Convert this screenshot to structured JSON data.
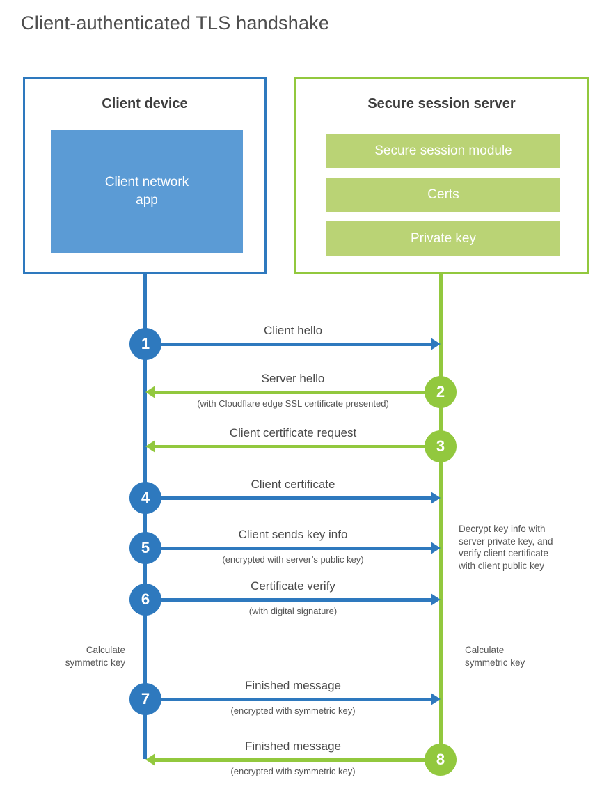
{
  "title": "Client-authenticated TLS handshake",
  "colors": {
    "blue_accent": "#2e79be",
    "blue_fill": "#5b9bd5",
    "green_accent": "#92c83e",
    "green_fill": "#bad375"
  },
  "client": {
    "title": "Client device",
    "app_label": "Client network\napp"
  },
  "server": {
    "title": "Secure session server",
    "modules": [
      "Secure session module",
      "Certs",
      "Private key"
    ]
  },
  "steps": [
    {
      "number": "1",
      "from": "client",
      "label": "Client hello",
      "sublabel": ""
    },
    {
      "number": "2",
      "from": "server",
      "label": "Server hello",
      "sublabel": "(with Cloudflare edge SSL certificate presented)"
    },
    {
      "number": "3",
      "from": "server",
      "label": "Client certificate request",
      "sublabel": ""
    },
    {
      "number": "4",
      "from": "client",
      "label": "Client certificate",
      "sublabel": ""
    },
    {
      "number": "5",
      "from": "client",
      "label": "Client sends key info",
      "sublabel": "(encrypted with server’s public key)"
    },
    {
      "number": "6",
      "from": "client",
      "label": "Certificate verify",
      "sublabel": "(with digital signature)"
    },
    {
      "number": "7",
      "from": "client",
      "label": "Finished message",
      "sublabel": "(encrypted with symmetric key)"
    },
    {
      "number": "8",
      "from": "server",
      "label": "Finished message",
      "sublabel": "(encrypted with symmetric key)"
    }
  ],
  "annotations": {
    "decrypt_note": "Decrypt key info with\nserver private key, and\nverify client certificate\nwith client public key",
    "calc_left": "Calculate\nsymmetric key",
    "calc_right": "Calculate\nsymmetric key"
  }
}
